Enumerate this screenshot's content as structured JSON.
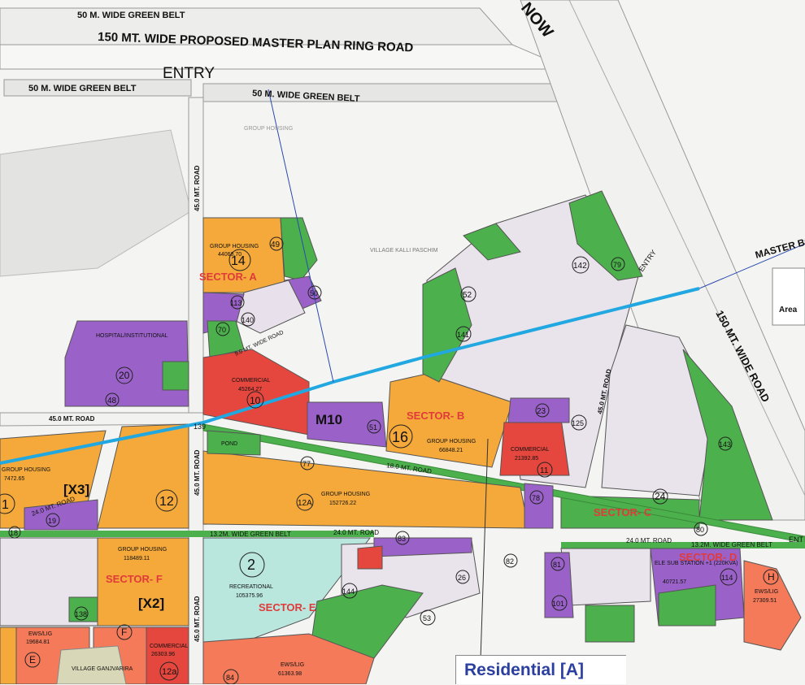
{
  "roads": {
    "top_green_belt": "50 M. WIDE GREEN BELT",
    "ring_road": "150 MT. WIDE PROPOSED MASTER PLAN RING ROAD",
    "entry_top": "ENTRY",
    "green_belt_left": "50 M. WIDE GREEN BELT",
    "green_belt_right": "50 M. WIDE GREEN BELT",
    "road_45_vertical_top": "45.0 MT. ROAD",
    "road_45_horizontal": "45.0 MT. ROAD",
    "road_45_vertical_bottom": "45.0 MT. ROAD",
    "road_45_right": "45.0 MT. ROAD",
    "road_150_right": "150 MT. WIDE ROAD",
    "road_24_a": "24.0 MT. ROAD",
    "road_24_b": "24.0 MT. ROAD",
    "road_24_c": "24.0 MT. ROAD",
    "road_18": "18.0 MT. ROAD",
    "green_belt_13_a": "13.2M. WIDE GREEN BELT",
    "green_belt_13_b": "13.2M. WIDE GREEN BELT",
    "wide_road_diag": "9.0 MT. WIDE ROAD",
    "entry_right": "ENTRY",
    "master_boundary": "MASTER BOUN",
    "area": "Area",
    "ent_right_edge": "ENT",
    "now_top": "NOW"
  },
  "sectors": {
    "a": "SECTOR- A",
    "b": "SECTOR- B",
    "c": "SECTOR- C",
    "d": "SECTOR- D",
    "e": "SECTOR- E",
    "f": "SECTOR- F"
  },
  "plots": {
    "gh14_name": "GROUP HOUSING",
    "gh14_area": "44068.70",
    "commercial10_name": "COMMERCIAL",
    "commercial10_area": "45264.27",
    "gh16_name": "GROUP HOUSING",
    "gh16_area": "66848.21",
    "commercial11_name": "COMMERCIAL",
    "commercial11_area": "21392.85",
    "gh12a_name": "GROUP HOUSING",
    "gh12a_area": "152726.22",
    "gh_f_name": "GROUP HOUSING",
    "gh_f_area": "118489.11",
    "recreational_name": "RECREATIONAL",
    "recreational_area": "105375.96",
    "ews_bottom_name": "EWS/LIG",
    "ews_bottom_area": "61363.98",
    "ews_left_name": "EWS/LIG",
    "ews_left_area": "19684.81",
    "ews_right_name": "EWS/LIG",
    "ews_right_area": "27309.51",
    "commercial12a_name": "COMMERCIAL",
    "commercial12a_area": "26303.96",
    "gh_left_name": "GROUP HOUSING",
    "gh_left_area": "7472.65",
    "ele_name": "ELE SUB STATION +1 (220KVA)",
    "ele_area": "40721.57",
    "village_kalli": "VILLAGE KALLI PASCHIM",
    "village_ganj": "VILLAGE GANJVARIRA",
    "group_housing_faint": "GROUP HOUSING",
    "hospital": "HOSPITAL/INSTITUTIONAL",
    "pond": "POND"
  },
  "numbers": {
    "n14": "14",
    "n49": "49",
    "n113": "113",
    "n140": "140",
    "n70": "70",
    "n50": "50",
    "n20": "20",
    "n48": "48",
    "n10": "10",
    "m10": "M10",
    "n51": "51",
    "n16": "16",
    "n52": "52",
    "n141": "141",
    "n142": "142",
    "n79": "79",
    "n23": "23",
    "n125": "125",
    "n11": "11",
    "n143": "143",
    "n24": "24",
    "n80": "80",
    "n139": "139",
    "n77": "77",
    "n12": "12",
    "n12A": "12A",
    "n78": "78",
    "n19": "19",
    "n18": "18",
    "n1": "1",
    "x3": "[X3]",
    "x2": "[X2]",
    "n138": "138",
    "n2": "2",
    "n83": "83",
    "n144": "144",
    "n26": "26",
    "n53": "53",
    "n82": "82",
    "n81": "81",
    "n101": "101",
    "n114": "114",
    "nE": "E",
    "nF": "F",
    "nH": "H",
    "n12a": "12a",
    "n84": "84"
  },
  "legend": {
    "residential": "Residential [A]"
  },
  "colors": {
    "group_housing": "#f4a93a",
    "commercial": "#e5473e",
    "institutional": "#9a62c9",
    "green": "#4cb04c",
    "recreational": "#b9e6dd",
    "ews": "#f47a5a",
    "road_line": "#22a8e0",
    "background": "#f4f4f2"
  }
}
